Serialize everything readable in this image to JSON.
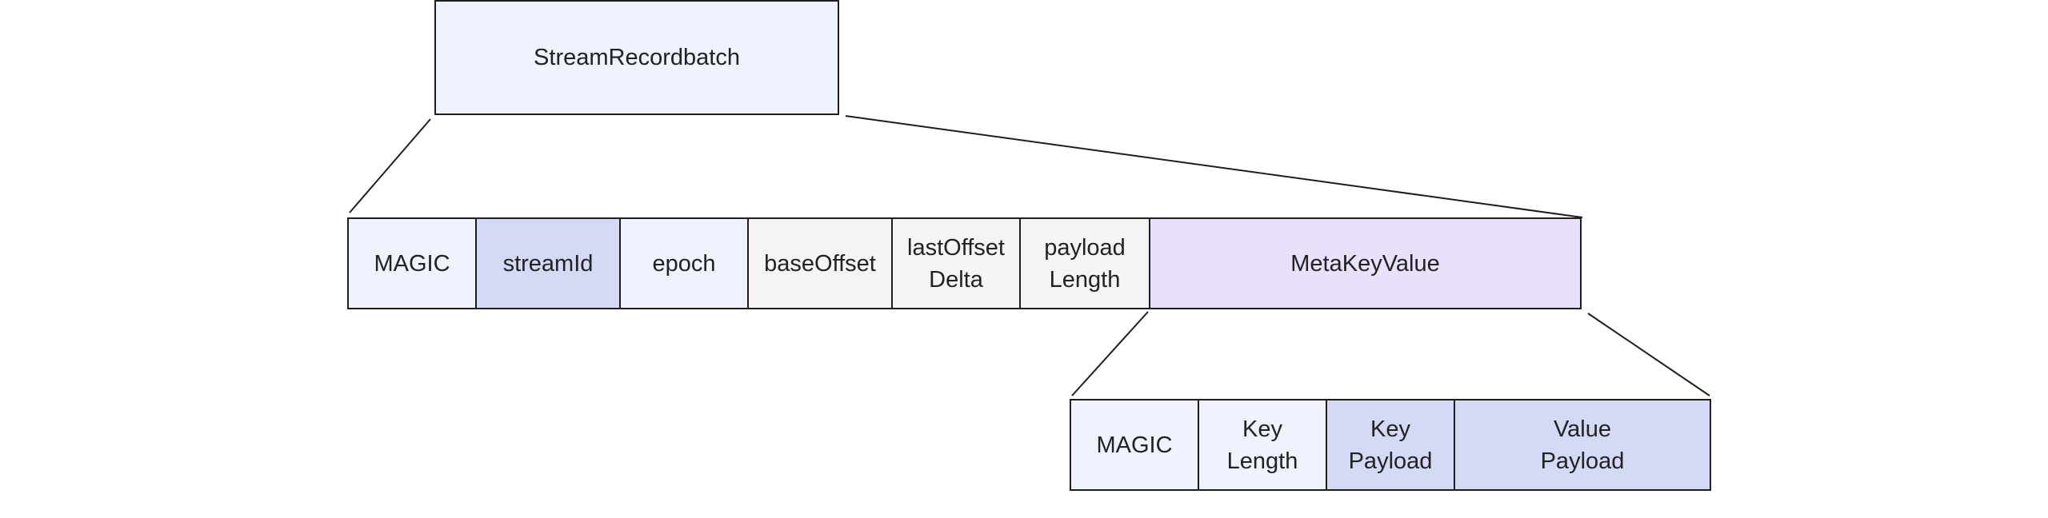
{
  "title_box": {
    "label": "StreamRecordbatch",
    "fill": "#eff3fd"
  },
  "record_fields": [
    {
      "label": "MAGIC",
      "fill": "#eff3fd"
    },
    {
      "label": "streamId",
      "fill": "#d4d9f5"
    },
    {
      "label": "epoch",
      "fill": "#eff3fd"
    },
    {
      "label": "baseOffset",
      "fill": "#f4f4f4"
    },
    {
      "label": "lastOffset\nDelta",
      "fill": "#f4f4f4"
    },
    {
      "label": "payload\nLength",
      "fill": "#f4f4f4"
    },
    {
      "label": "MetaKeyValue",
      "fill": "#e9e0fc"
    }
  ],
  "metakv_fields": [
    {
      "label": "MAGIC",
      "fill": "#eff3fd"
    },
    {
      "label": "Key\nLength",
      "fill": "#eff3fd"
    },
    {
      "label": "Key\nPayload",
      "fill": "#d4d9f5"
    },
    {
      "label": "Value\nPayload",
      "fill": "#d4d9f5"
    }
  ]
}
